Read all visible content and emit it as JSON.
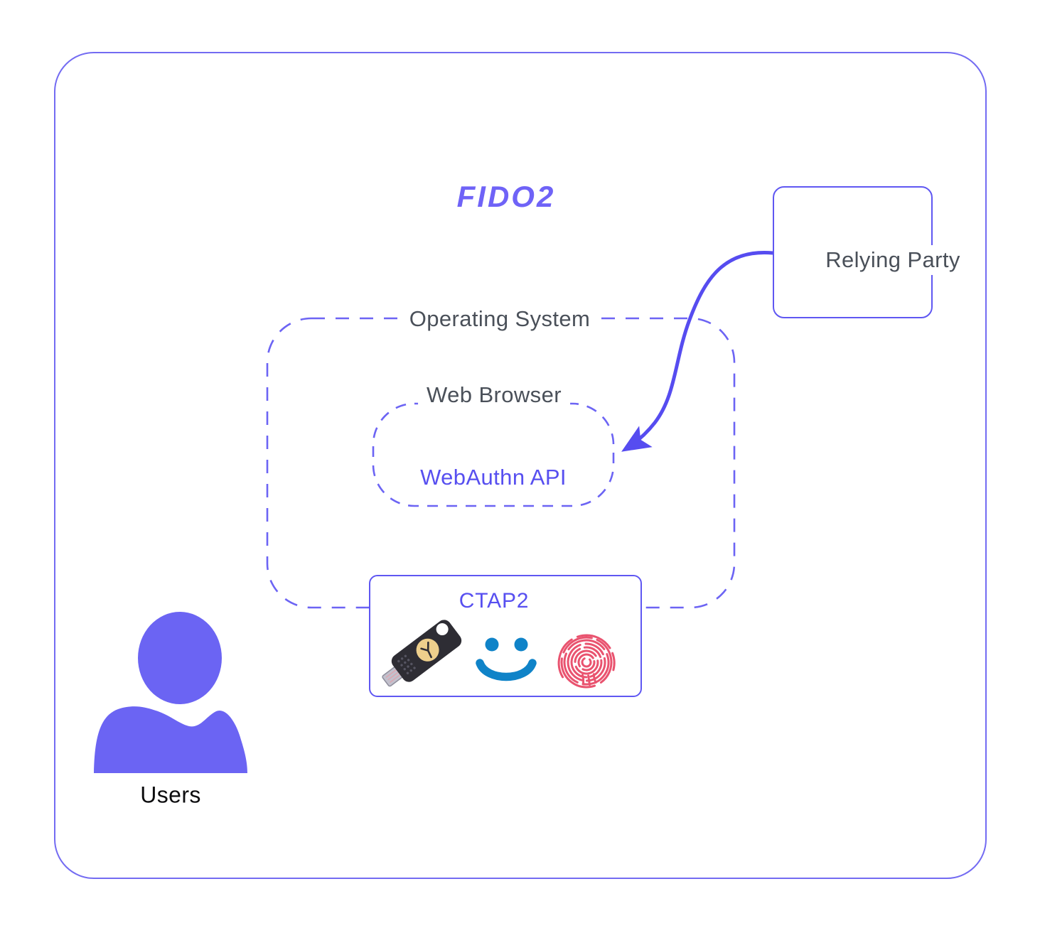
{
  "diagram": {
    "title": "FIDO2",
    "nodes": {
      "relying_party": "Relying Party",
      "operating_system": "Operating System",
      "web_browser": "Web Browser",
      "webauthn_api": "WebAuthn API",
      "ctap2": "CTAP2",
      "users": "Users"
    },
    "edges": [
      {
        "from": "relying_party",
        "to": "webauthn_api",
        "style": "curved-arrow"
      }
    ],
    "icons": {
      "authenticators": [
        "usb-security-key-icon",
        "face-recognition-smiley-icon",
        "fingerprint-icon"
      ],
      "actor": "user-silhouette-icon"
    },
    "colors": {
      "boundary_purple": "#736bf2",
      "box_border_purple": "#5f57f2",
      "dashed_purple": "#6c64f4",
      "arrow_purple": "#564cf0",
      "purple_text": "#574ff0",
      "title_purple": "#6f63f7",
      "gray_text": "#4a5059",
      "black_text": "#0c0c0e",
      "user_icon_purple": "#6b64f3",
      "face_blue": "#0f83c8",
      "fingerprint_red": "#e9536f",
      "key_body_black": "#2e2d34",
      "key_gold": "#eecf8c"
    }
  }
}
